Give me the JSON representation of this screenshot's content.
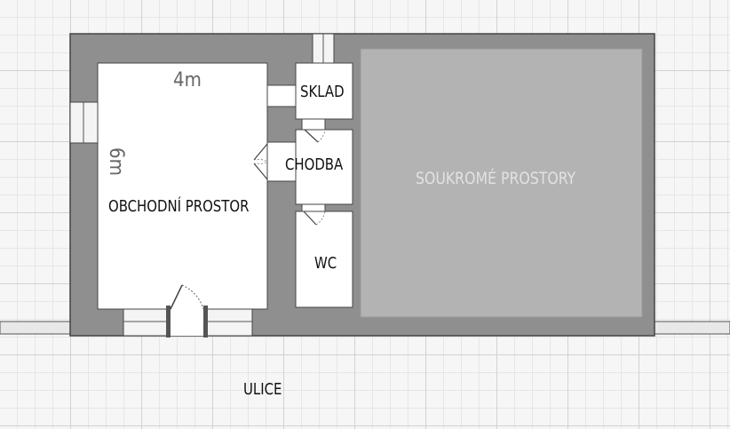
{
  "plan": {
    "rooms": {
      "shop": "OBCHODNÍ PROSTOR",
      "storage": "SKLAD",
      "corridor": "CHODBA",
      "wc": "WC",
      "private": "SOUKROMÉ PROSTORY"
    },
    "dimensions": {
      "width": "4m",
      "length": "6m"
    },
    "street": "ULICE"
  }
}
